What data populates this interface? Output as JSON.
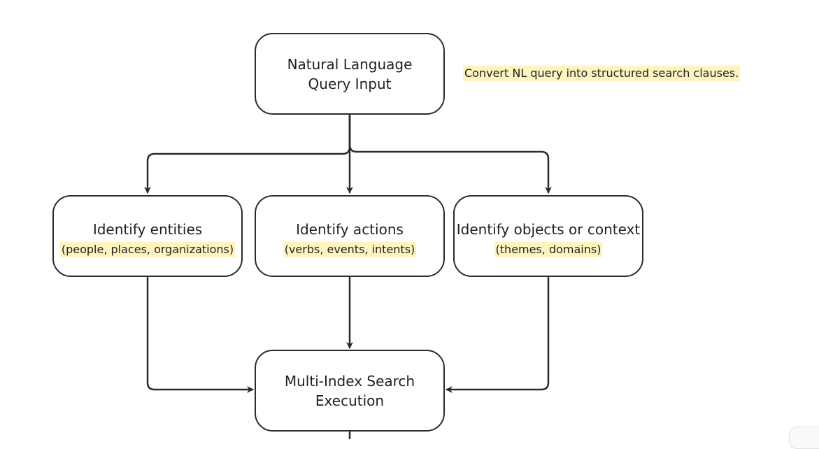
{
  "nodes": {
    "input": {
      "title": "Natural Language Query Input"
    },
    "entities": {
      "title": "Identify entities",
      "sub": "(people, places, organizations)"
    },
    "actions": {
      "title": "Identify actions",
      "sub": "(verbs, events, intents)"
    },
    "objects": {
      "title": "Identify objects or context",
      "sub": "(themes, domains)"
    },
    "search": {
      "title": "Multi-Index Search Execution"
    }
  },
  "note": {
    "text": "Convert NL query into structured search clauses."
  },
  "colors": {
    "stroke": "#2b2b2b",
    "highlight": "#fff4bf",
    "background": "#ffffff"
  }
}
